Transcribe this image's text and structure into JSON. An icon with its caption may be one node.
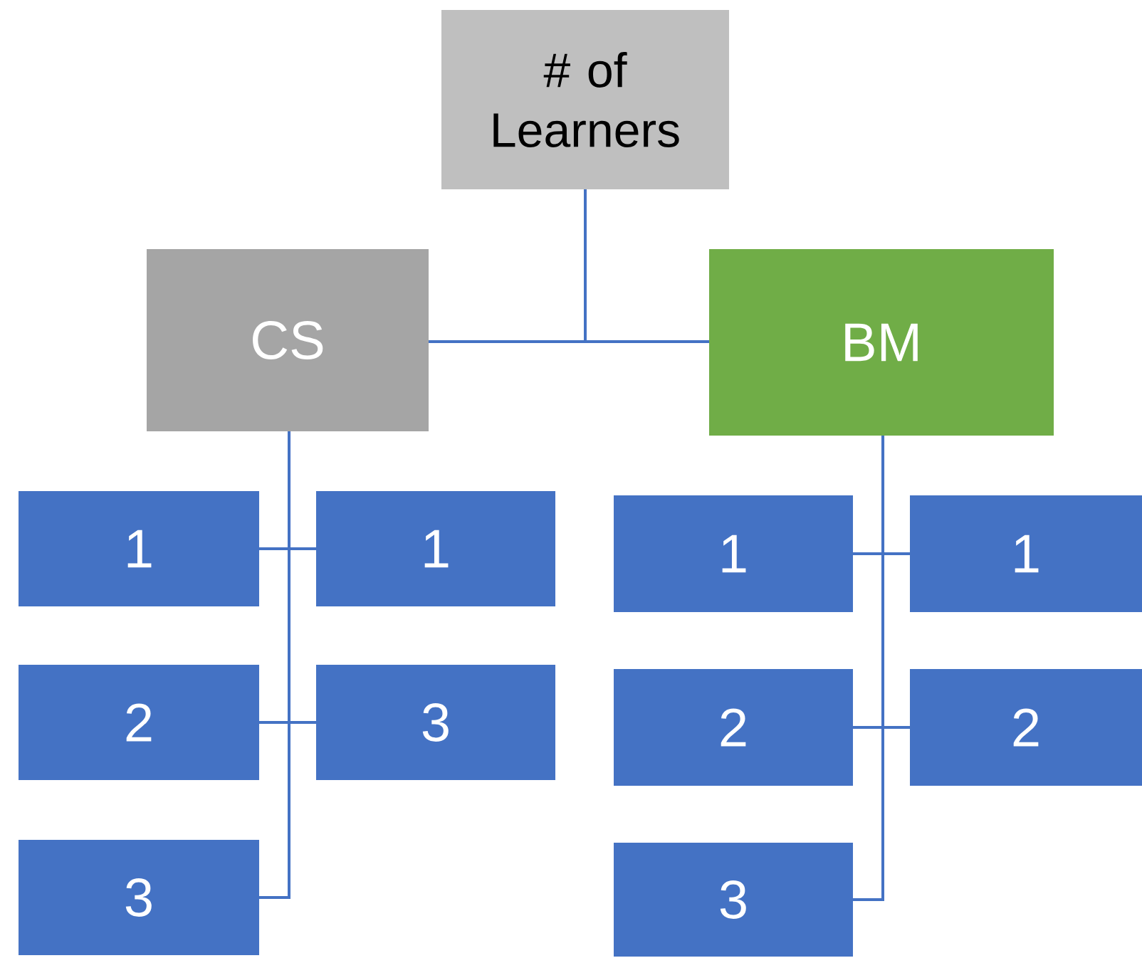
{
  "diagram": {
    "nodes": [
      {
        "text": [
          "# of Learners"
        ]
      },
      {
        "text": [
          "CS"
        ]
      },
      {
        "text": [
          "BM"
        ]
      },
      {
        "text": [
          "1"
        ]
      },
      {
        "text": [
          "1"
        ]
      },
      {
        "text": [
          "2"
        ]
      },
      {
        "text": [
          "3"
        ]
      },
      {
        "text": [
          "3"
        ]
      },
      {
        "text": [
          "1"
        ]
      },
      {
        "text": [
          "1"
        ]
      },
      {
        "text": [
          "2"
        ]
      },
      {
        "text": [
          "2"
        ]
      },
      {
        "text": [
          "3"
        ]
      }
    ],
    "edges": [
      {
        "from": 0,
        "to": 1,
        "arrow": "none"
      },
      {
        "from": 0,
        "to": 2,
        "arrow": "none"
      },
      {
        "from": 1,
        "to": 3,
        "arrow": "none"
      },
      {
        "from": 1,
        "to": 4,
        "arrow": "none"
      },
      {
        "from": 1,
        "to": 5,
        "arrow": "none"
      },
      {
        "from": 1,
        "to": 6,
        "arrow": "none"
      },
      {
        "from": 1,
        "to": 7,
        "arrow": "none"
      },
      {
        "from": 2,
        "to": 8,
        "arrow": "none"
      },
      {
        "from": 2,
        "to": 9,
        "arrow": "none"
      },
      {
        "from": 2,
        "to": 10,
        "arrow": "none"
      },
      {
        "from": 2,
        "to": 11,
        "arrow": "none"
      },
      {
        "from": 2,
        "to": 12,
        "arrow": "none"
      }
    ]
  }
}
